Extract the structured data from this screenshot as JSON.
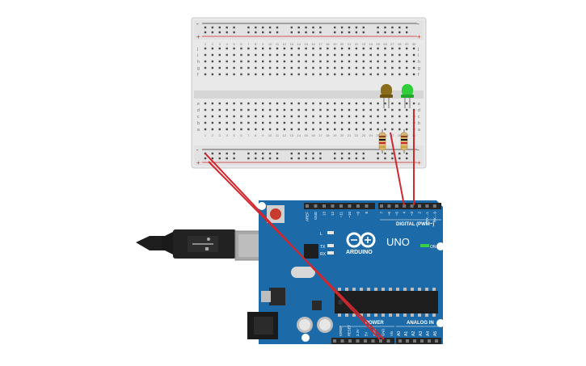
{
  "colors": {
    "board": "#1c6aa8",
    "board_dark": "#0f4f84",
    "wire": "#d0282e",
    "breadboard": "#e9e9e9",
    "breadboard_dark": "#cfcfcf",
    "hole": "#4a4a4a",
    "rail_red": "#cc2b2b",
    "led_yellow": "#8a6d1a",
    "led_green": "#2fcf3a",
    "chip": "#1e1e1e"
  },
  "breadboard": {
    "rail_minus": "-",
    "rail_plus": "+",
    "row_letters_top": [
      "j",
      "i",
      "h",
      "g",
      "f"
    ],
    "row_letters_bottom": [
      "e",
      "d",
      "c",
      "b",
      "a"
    ],
    "column_numbers": [
      "1",
      "2",
      "3",
      "4",
      "5",
      "6",
      "7",
      "8",
      "9",
      "10",
      "11",
      "12",
      "13",
      "14",
      "15",
      "16",
      "17",
      "18",
      "19",
      "20",
      "21",
      "22",
      "23",
      "24",
      "25",
      "26",
      "27",
      "28",
      "29",
      "30"
    ]
  },
  "arduino": {
    "model": "UNO",
    "brand": "ARDUINO",
    "digital_header_label": "DIGITAL (PWM~)",
    "digital_pins": [
      "AREF",
      "GND",
      "13",
      "12",
      "~11",
      "~10",
      "~9",
      "8",
      "7",
      "~6",
      "~5",
      "4",
      "~3",
      "2",
      "TX→1",
      "RX←0"
    ],
    "power_label": "POWER",
    "power_pins": [
      "IOREF",
      "RESET",
      "3.3V",
      "5V",
      "GND",
      "GND",
      "Vin"
    ],
    "analog_label": "ANALOG IN",
    "analog_pins": [
      "A0",
      "A1",
      "A2",
      "A3",
      "A4",
      "A5"
    ],
    "led_labels": [
      "L",
      "TX",
      "RX"
    ],
    "on_label": "ON"
  },
  "icons": [
    "usb-cable-icon",
    "arduino-logo-icon",
    "reset-button-icon",
    "dc-jack-icon"
  ]
}
